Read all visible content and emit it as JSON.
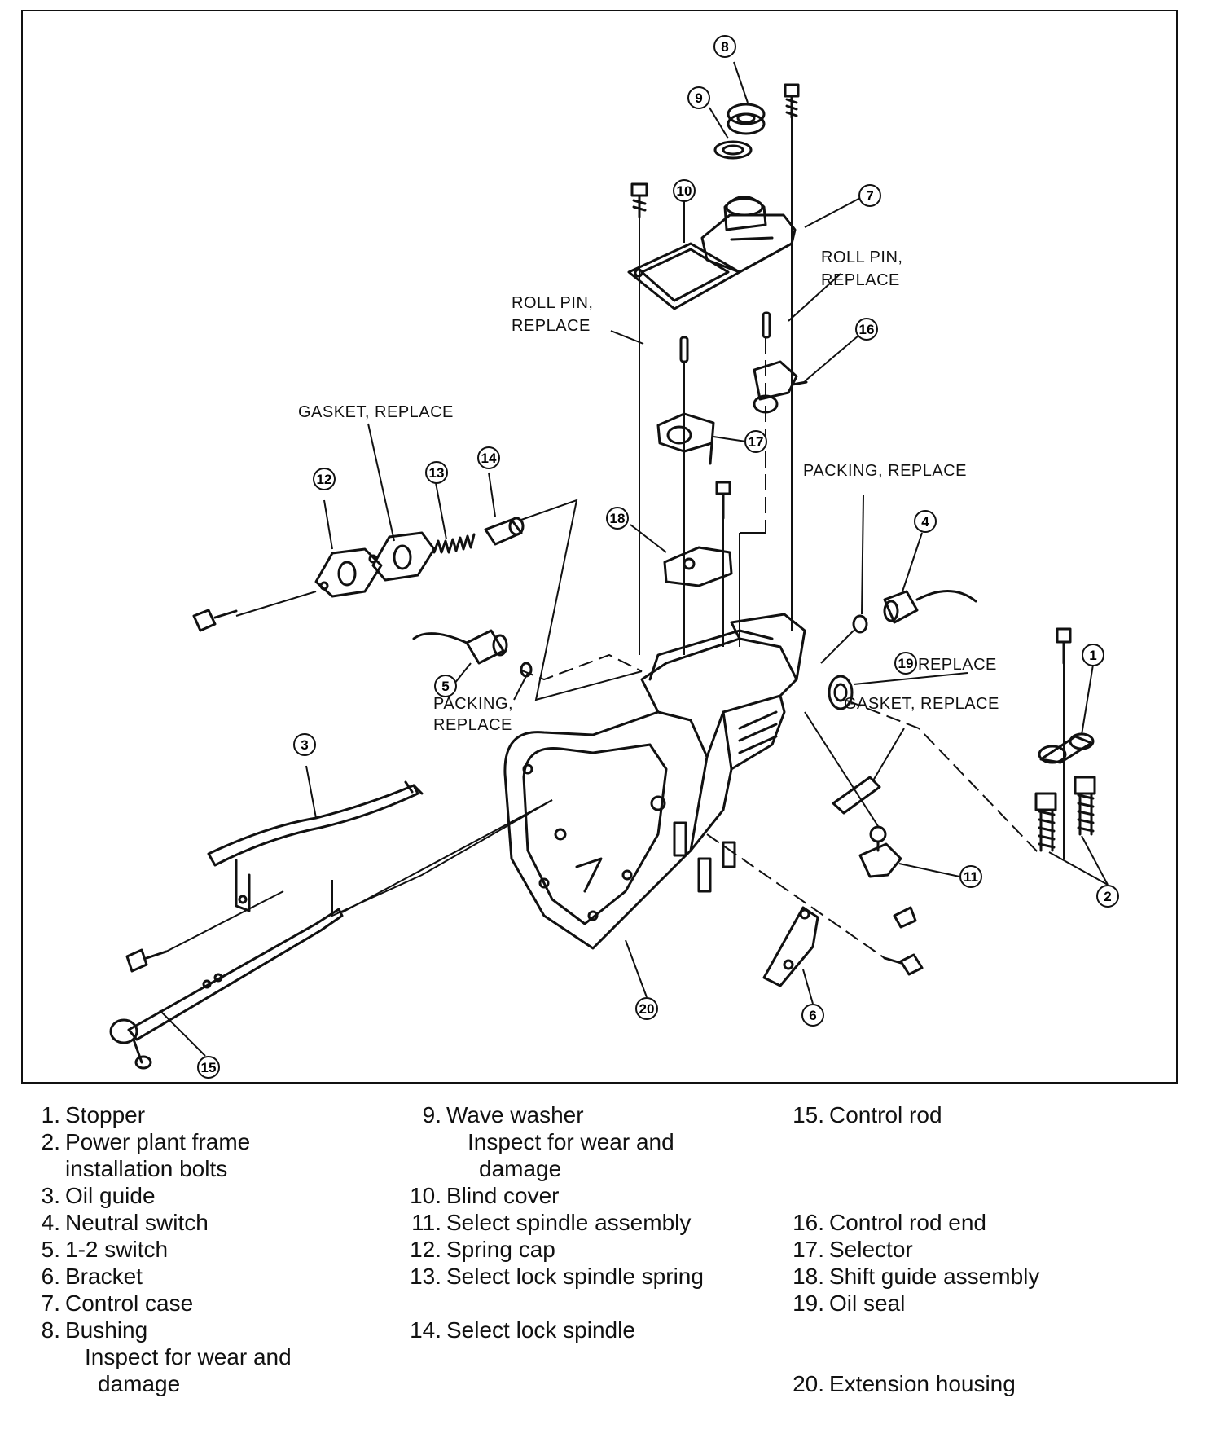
{
  "notes": {
    "roll_pin_left": [
      "ROLL PIN,",
      "REPLACE"
    ],
    "roll_pin_right": [
      "ROLL PIN,",
      "REPLACE"
    ],
    "gasket_top": "GASKET, REPLACE",
    "packing_right": "PACKING, REPLACE",
    "packing_left": [
      "PACKING,",
      "REPLACE"
    ],
    "replace_19": "REPLACE",
    "gasket_right": "GASKET, REPLACE"
  },
  "callouts": [
    "1",
    "2",
    "3",
    "4",
    "5",
    "6",
    "7",
    "8",
    "9",
    "10",
    "11",
    "12",
    "13",
    "14",
    "15",
    "16",
    "17",
    "18",
    "19",
    "20"
  ],
  "legend": {
    "col1": [
      {
        "num": "1.",
        "text": "Stopper"
      },
      {
        "num": "2.",
        "text": "Power plant frame",
        "sub": "installation bolts"
      },
      {
        "num": "3.",
        "text": "Oil guide"
      },
      {
        "num": "4.",
        "text": "Neutral switch"
      },
      {
        "num": "5.",
        "text": "1-2 switch"
      },
      {
        "num": "6.",
        "text": "Bracket"
      },
      {
        "num": "7.",
        "text": "Control case"
      },
      {
        "num": "8.",
        "text": "Bushing",
        "sub": "Inspect for wear and",
        "sub2": "damage"
      }
    ],
    "col2": [
      {
        "num": "9.",
        "text": "Wave washer",
        "sub": "Inspect for wear and",
        "sub2": "damage"
      },
      {
        "num": "10.",
        "text": "Blind cover"
      },
      {
        "num": "11.",
        "text": "Select spindle assembly"
      },
      {
        "num": "12.",
        "text": "Spring cap"
      },
      {
        "num": "13.",
        "text": "Select lock spindle spring"
      },
      {
        "num": "14.",
        "text": "Select lock spindle"
      }
    ],
    "col3": [
      {
        "num": "15.",
        "text": "Control rod"
      },
      {
        "num": "16.",
        "text": "Control rod end"
      },
      {
        "num": "17.",
        "text": "Selector"
      },
      {
        "num": "18.",
        "text": "Shift guide assembly"
      },
      {
        "num": "19.",
        "text": "Oil seal"
      },
      {
        "num": "20.",
        "text": "Extension housing"
      }
    ]
  }
}
